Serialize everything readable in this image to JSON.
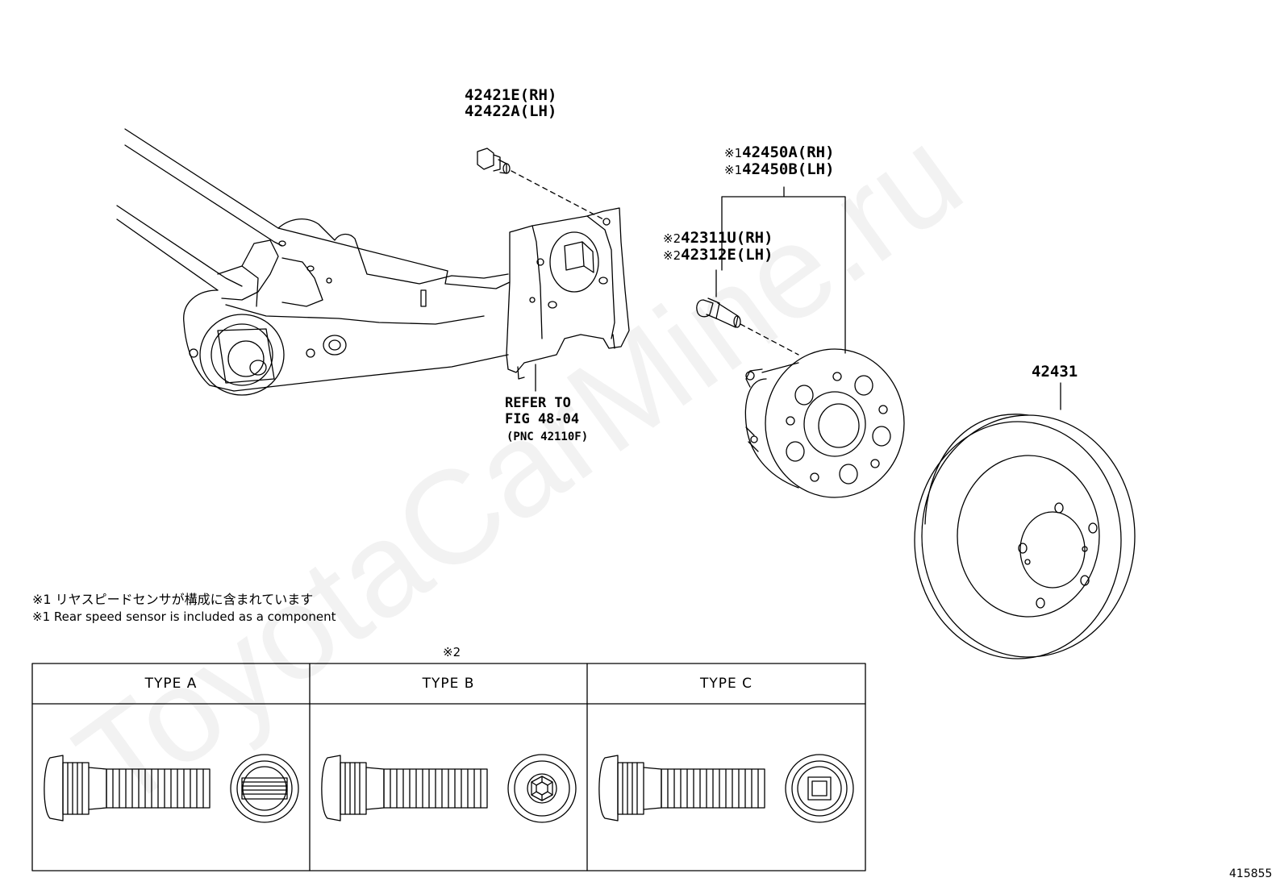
{
  "watermark": "ToyotaCarMine.ru",
  "callouts": {
    "bolt_rh": "42421E(RH)",
    "bolt_lh": "42422A(LH)",
    "hub_mark": "※1",
    "hub_rh": "42450A(RH)",
    "hub_lh": "42450B(LH)",
    "stud_mark": "※2",
    "stud_rh": "42311U(RH)",
    "stud_lh": "42312E(LH)",
    "disc": "42431",
    "refer_line1": "REFER TO",
    "refer_line2": "FIG 48-04",
    "refer_line3": "(PNC 42110F)"
  },
  "notes": {
    "jp": "※1 リヤスピードセンサが構成に含まれています",
    "en": "※1 Rear speed sensor is included as a component"
  },
  "stud_table": {
    "mark": "※2",
    "types": [
      "TYPE A",
      "TYPE B",
      "TYPE C"
    ]
  },
  "illustration_number": "415855"
}
